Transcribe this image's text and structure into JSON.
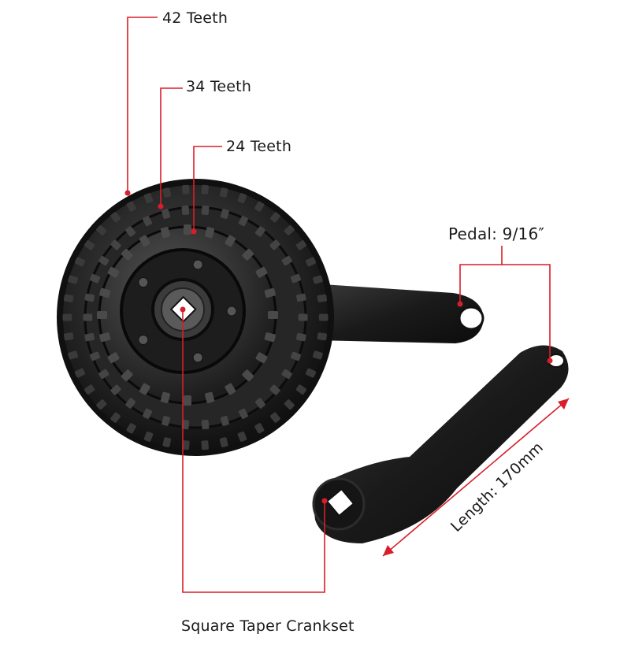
{
  "callouts": {
    "teeth_42": "42 Teeth",
    "teeth_34": "34 Teeth",
    "teeth_24": "24 Teeth",
    "pedal": "Pedal: 9/16″",
    "length": "Length: 170mm",
    "crankset": "Square Taper Crankset"
  },
  "colors": {
    "callout_line": "#d81e2a",
    "component": "#1b1b1b",
    "background": "#ffffff"
  }
}
